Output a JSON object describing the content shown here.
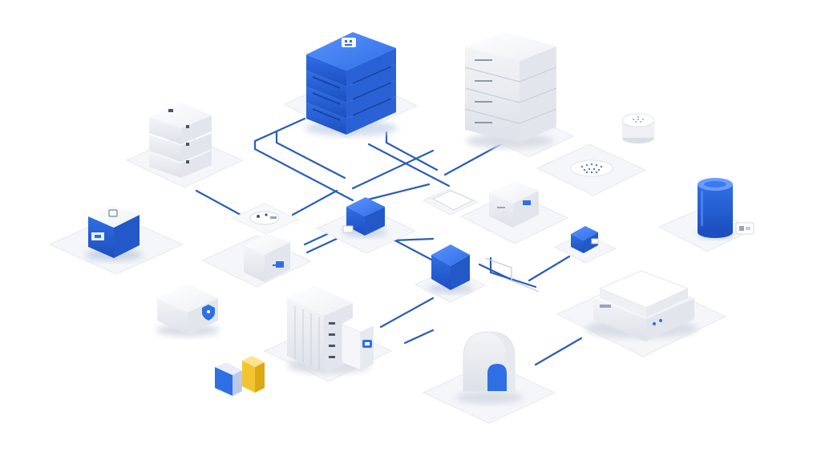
{
  "palette": {
    "background": "#ffffff",
    "accent_blue": "#2f6fe4",
    "accent_blue_dark": "#1f4fb8",
    "accent_yellow": "#f4c430",
    "surface_white": "#f7f8fa",
    "surface_shadow": "#e4e7ee",
    "line_blue": "#2a5db8"
  },
  "nodes": [
    {
      "id": "central-server-stack",
      "icon": "server-stack-icon",
      "color": "blue"
    },
    {
      "id": "storage-rack",
      "icon": "server-rack-icon",
      "color": "white"
    },
    {
      "id": "small-server-stack",
      "icon": "server-stack-icon",
      "color": "white"
    },
    {
      "id": "speaker-puck",
      "icon": "speaker-icon",
      "color": "white"
    },
    {
      "id": "mesh-pad",
      "icon": "mesh-pad-icon",
      "color": "white"
    },
    {
      "id": "cylinder-device",
      "icon": "cylinder-icon",
      "color": "blue"
    },
    {
      "id": "router-box",
      "icon": "router-icon",
      "color": "blue"
    },
    {
      "id": "hub-cube",
      "icon": "hub-icon",
      "color": "blue"
    },
    {
      "id": "gateway-box",
      "icon": "gateway-icon",
      "color": "white"
    },
    {
      "id": "sensor-cube",
      "icon": "sensor-icon",
      "color": "blue"
    },
    {
      "id": "switch-cube",
      "icon": "switch-icon",
      "color": "blue"
    },
    {
      "id": "network-appliance",
      "icon": "appliance-icon",
      "color": "white"
    },
    {
      "id": "security-box",
      "icon": "shield-icon",
      "color": "white"
    },
    {
      "id": "blade-chassis",
      "icon": "blade-server-icon",
      "color": "white"
    },
    {
      "id": "arch-device",
      "icon": "arch-icon",
      "color": "white"
    },
    {
      "id": "color-blocks",
      "icon": "blocks-icon",
      "color": "multi"
    },
    {
      "id": "usb-pod",
      "icon": "usb-icon",
      "color": "white"
    },
    {
      "id": "module-box",
      "icon": "module-icon",
      "color": "white"
    }
  ]
}
